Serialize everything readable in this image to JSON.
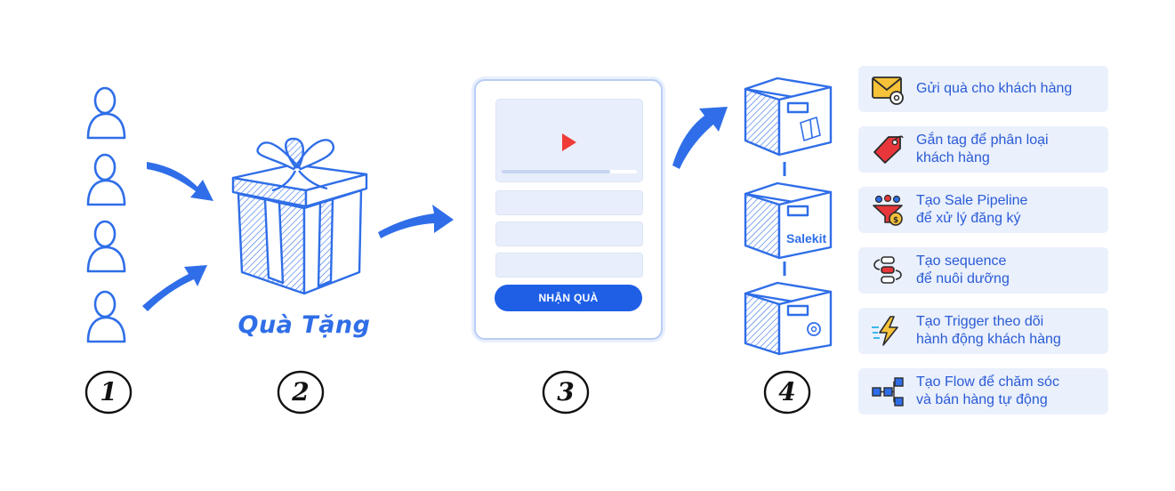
{
  "gift_label": "Quà Tặng",
  "form": {
    "cta_label": "NHẬN QUÀ",
    "video_progress": 0.8
  },
  "box_brand": "Salekit",
  "steps": [
    "1",
    "2",
    "3",
    "4"
  ],
  "features": [
    {
      "icon": "mail-icon",
      "line1": "Gửi quà cho khách hàng",
      "line2": ""
    },
    {
      "icon": "tag-icon",
      "line1": "Gắn tag để phân loại",
      "line2": "khách hàng"
    },
    {
      "icon": "sales-funnel-icon",
      "line1": "Tạo Sale Pipeline",
      "line2": "để xử lý đăng ký"
    },
    {
      "icon": "sequence-icon",
      "line1": "Tạo sequence",
      "line2": "để nuôi dưỡng"
    },
    {
      "icon": "lightning-icon",
      "line1": "Tạo Trigger theo dõi",
      "line2": "hành động khách hàng"
    },
    {
      "icon": "flow-icon",
      "line1": "Tạo Flow để chăm sóc",
      "line2": "và bán hàng tự động"
    }
  ],
  "colors": {
    "accent": "#2f6ee8",
    "button": "#1f5fe6",
    "card_bg": "#eaf0fc",
    "text_blue": "#2a5bd6",
    "play_red": "#ef3b36"
  }
}
